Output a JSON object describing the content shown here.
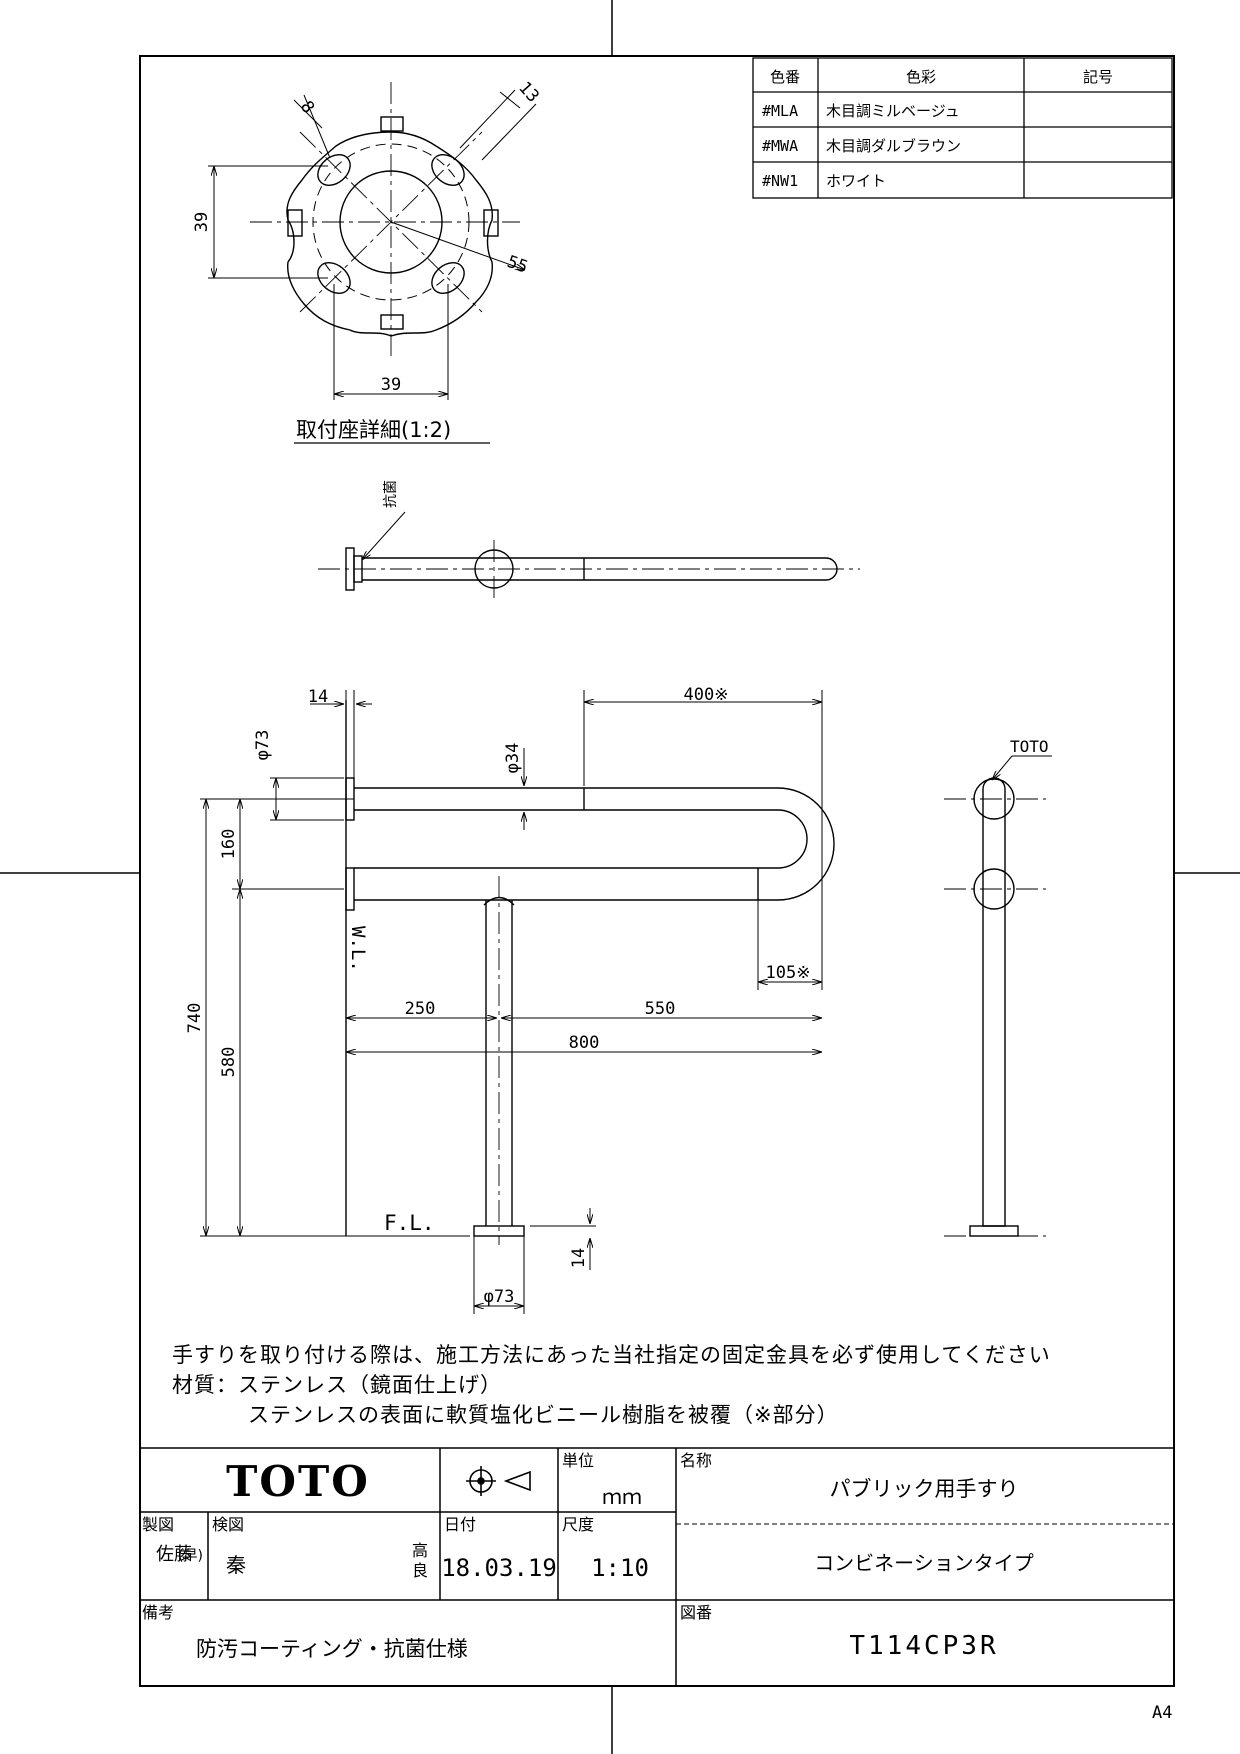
{
  "color_table": {
    "headers": [
      "色番",
      "色彩",
      "記号"
    ],
    "rows": [
      {
        "code": "#MLA",
        "name": "木目調ミルベージュ",
        "mark": ""
      },
      {
        "code": "#MWA",
        "name": "木目調ダルブラウン",
        "mark": ""
      },
      {
        "code": "#NW1",
        "name": "ホワイト",
        "mark": ""
      }
    ]
  },
  "mount_detail": {
    "caption": "取付座詳細(1:2)",
    "dims": {
      "hole": "8",
      "slot": "13",
      "height": "39",
      "width": "39",
      "diameter": "55"
    }
  },
  "side_view": {
    "label": "抗菌"
  },
  "front_view": {
    "dims": {
      "flange_thickness": "14",
      "flange_dia": "φ73",
      "pipe_dia": "φ34",
      "top_len": "400※",
      "end_len": "105※",
      "spacing": "160",
      "rail_height": "580",
      "total_height": "740",
      "left": "250",
      "right": "550",
      "total": "800",
      "foot_thickness": "14",
      "foot_dia": "φ73"
    },
    "wl_label": "W.L.",
    "fl_label": "F.L."
  },
  "right_view": {
    "brand_label": "TOTO"
  },
  "notes": [
    "手すりを取り付ける際は、施工方法にあった当社指定の固定金具を必ず使用してください",
    "材質：ステンレス（鏡面仕上げ）",
    "ステンレスの表面に軟質塩化ビニール樹脂を被覆（※部分）"
  ],
  "title_block": {
    "logo": "TOTO",
    "unit_label": "単位",
    "unit": "ｍｍ",
    "name_label": "名称",
    "name": "パブリック用手すり",
    "subname": "コンビネーションタイプ",
    "drawn_label": "製図",
    "drawn_by_1": "佐藤",
    "drawn_by_2": "(早)",
    "checked_label": "検図",
    "checked_by": "秦",
    "approved_1": "高",
    "approved_2": "良",
    "date_label": "日付",
    "date": "18.03.19",
    "scale_label": "尺度",
    "scale": "1:10",
    "remarks_label": "備考",
    "remarks": "防汚コーティング・抗菌仕様",
    "drawing_no_label": "図番",
    "drawing_no": "T114CP3R"
  },
  "paper_size": "A4"
}
